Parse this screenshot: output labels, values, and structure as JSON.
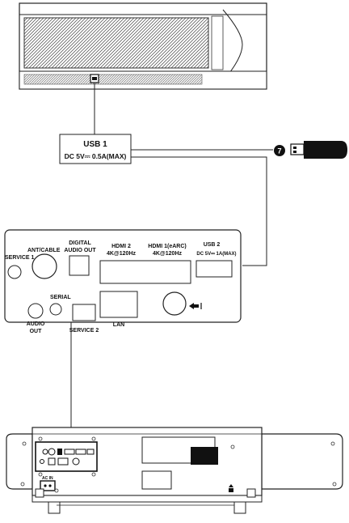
{
  "usb1_callout": {
    "title": "USB 1",
    "spec": "DC 5V⎓ 0.5A(MAX)"
  },
  "step_badge": "7",
  "rear_panel": {
    "ant_cable": "ANT/CABLE",
    "service_1": "SERVICE 1",
    "digital_audio_out": [
      "DIGITAL",
      "AUDIO OUT"
    ],
    "hdmi2": [
      "HDMI 2",
      "4K@120Hz"
    ],
    "hdmi1": [
      "HDMI 1(eARC)",
      "4K@120Hz"
    ],
    "usb2": [
      "USB 2",
      "DC 5V⎓ 1A(MAX)"
    ],
    "serial": "SERIAL",
    "audio_out": [
      "AUDIO",
      "OUT"
    ],
    "service_2": "SERVICE 2",
    "lan": "LAN"
  },
  "rear_view": {
    "ac_in": "AC IN"
  }
}
